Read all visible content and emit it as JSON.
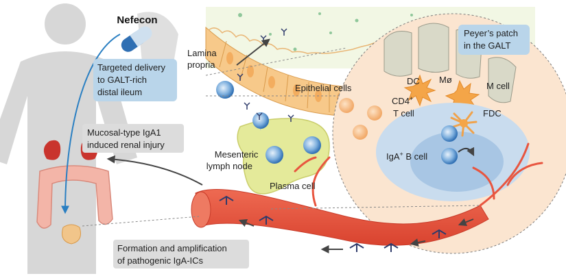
{
  "drug": {
    "name": "Nefecon"
  },
  "labels": {
    "targeted_delivery": [
      "Targeted delivery",
      "to GALT-rich",
      "distal ileum"
    ],
    "lamina_propria": [
      "Lamina",
      "propria"
    ],
    "epithelial_cells": "Epithelial cells",
    "peyers_patch": [
      "Peyer’s patch",
      "in the GALT"
    ],
    "dc": "DC",
    "macrophage": "Mø",
    "m_cell": "M cell",
    "cd4_t_cell": {
      "line1": "CD4",
      "sup": "+",
      "line2": "T cell"
    },
    "fdc": "FDC",
    "iga_b_cell": {
      "pre": "IgA",
      "sup": "+",
      "post": " B cell"
    },
    "mucosal_injury": [
      "Mucosal-type IgA1",
      "induced renal injury"
    ],
    "mesenteric_node": [
      "Mesenteric",
      "lymph node"
    ],
    "plasma_cell": "Plasma cell",
    "formation": [
      "Formation and amplification",
      "of pathogenic IgA-ICs"
    ]
  },
  "colors": {
    "callout_bg": "#b9d5ea",
    "label_bg": "#dcdcdc",
    "epithelium": "#f7c98a",
    "vessel": "#e8553f",
    "patch_bg": "#fbe5d0",
    "germinal_center": "#c9dcee",
    "lymph_node": "#e4ea9a",
    "body_silhouette": "#d7d7d7",
    "arrow_blue": "#2a7fc2",
    "arrow_dark": "#444444"
  },
  "icons": [
    "capsule-icon",
    "antibody-icon",
    "immune-complex-icon",
    "kidney-icon",
    "colon-icon",
    "bladder-icon"
  ]
}
